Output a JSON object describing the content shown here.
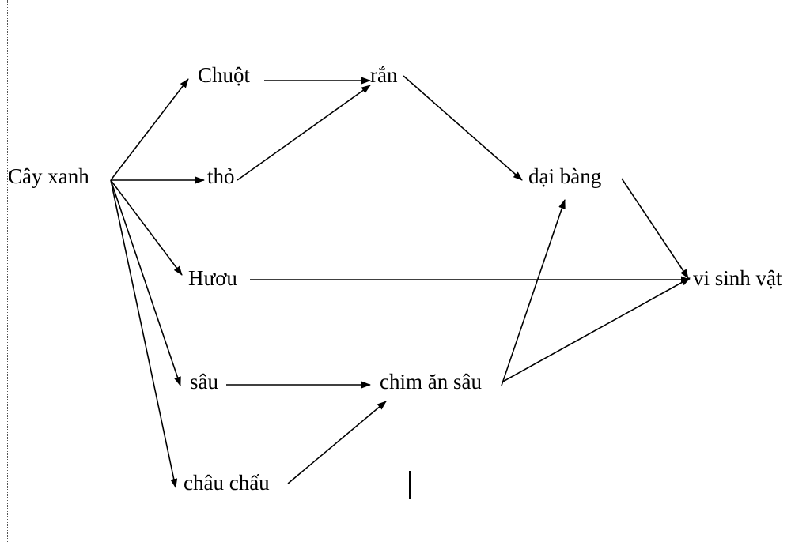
{
  "diagram": {
    "nodes": [
      {
        "id": "cay-xanh",
        "label": "Cây xanh"
      },
      {
        "id": "chuot",
        "label": "Chuột"
      },
      {
        "id": "ran",
        "label": "rắn"
      },
      {
        "id": "tho",
        "label": "thỏ"
      },
      {
        "id": "dai-bang",
        "label": "đại bàng"
      },
      {
        "id": "huou",
        "label": "Hươu"
      },
      {
        "id": "vi-sinh-vat",
        "label": "vi sinh vật"
      },
      {
        "id": "sau",
        "label": "sâu"
      },
      {
        "id": "chim-an-sau",
        "label": "chim ăn sâu"
      },
      {
        "id": "chau-chau",
        "label": "châu chấu"
      }
    ],
    "edges": [
      {
        "from": "cay-xanh",
        "to": "chuot"
      },
      {
        "from": "cay-xanh",
        "to": "tho"
      },
      {
        "from": "cay-xanh",
        "to": "huou"
      },
      {
        "from": "cay-xanh",
        "to": "sau"
      },
      {
        "from": "cay-xanh",
        "to": "chau-chau"
      },
      {
        "from": "chuot",
        "to": "ran"
      },
      {
        "from": "tho",
        "to": "ran"
      },
      {
        "from": "ran",
        "to": "dai-bang"
      },
      {
        "from": "dai-bang",
        "to": "vi-sinh-vat"
      },
      {
        "from": "huou",
        "to": "vi-sinh-vat"
      },
      {
        "from": "sau",
        "to": "chim-an-sau"
      },
      {
        "from": "chau-chau",
        "to": "chim-an-sau"
      },
      {
        "from": "chim-an-sau",
        "to": "dai-bang"
      },
      {
        "from": "chim-an-sau",
        "to": "vi-sinh-vat"
      }
    ]
  },
  "colors": {
    "line": "#000000",
    "text": "#000000",
    "background": "#ffffff"
  }
}
